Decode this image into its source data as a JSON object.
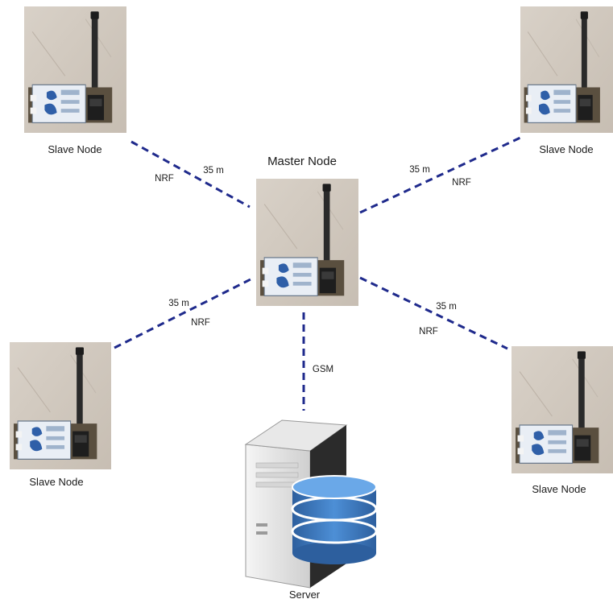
{
  "nodes": {
    "slave_top_left": {
      "label": "Slave Node"
    },
    "slave_top_right": {
      "label": "Slave Node"
    },
    "slave_bottom_left": {
      "label": "Slave Node"
    },
    "slave_bottom_right": {
      "label": "Slave Node"
    },
    "master": {
      "label": "Master Node"
    },
    "server": {
      "label": "Server"
    }
  },
  "links": {
    "top_left": {
      "distance": "35 m",
      "protocol": "NRF"
    },
    "top_right": {
      "distance": "35 m",
      "protocol": "NRF"
    },
    "bottom_left": {
      "distance": "35 m",
      "protocol": "NRF"
    },
    "bottom_right": {
      "distance": "35 m",
      "protocol": "NRF"
    },
    "master_server": {
      "protocol": "GSM"
    }
  },
  "colors": {
    "link_line": "#1f2a8c",
    "photo_wall": "#cfc6bb",
    "board_blue": "#2f5fa8",
    "database": "#3f7cc4"
  }
}
